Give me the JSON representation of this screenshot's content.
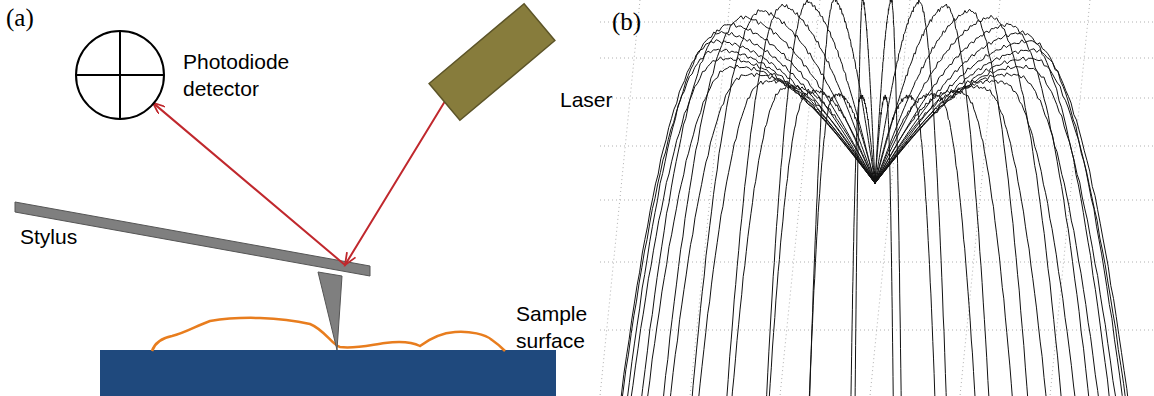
{
  "diagram": {
    "nodes": [
      {
        "text": [
          "Photodiode detector"
        ]
      },
      {
        "text": [
          "Laser"
        ]
      }
    ],
    "edges": [
      {
        "from": 1,
        "to": 0,
        "arrow": "to"
      }
    ],
    "labels": [
      "(a)",
      "Stylus",
      "Sample surface",
      "(b)"
    ]
  }
}
